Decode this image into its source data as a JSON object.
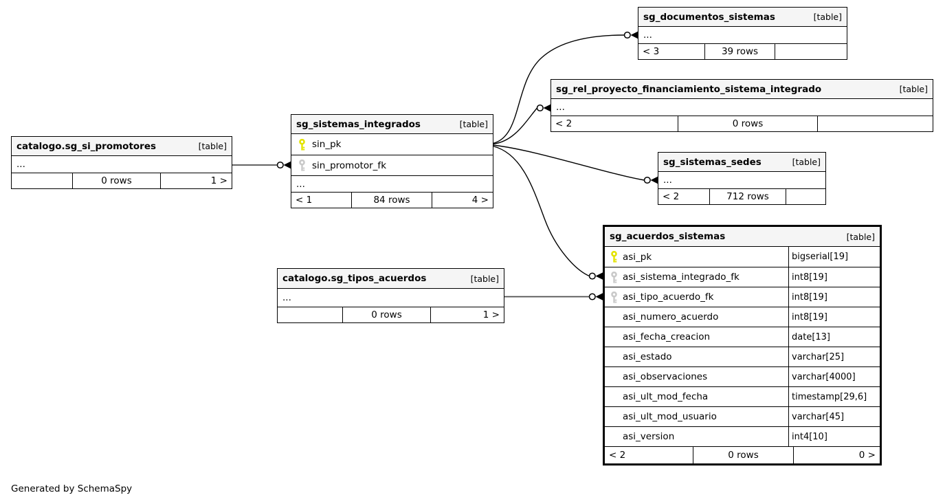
{
  "diagram": {
    "footer_note": "Generated by SchemaSpy"
  },
  "tables": {
    "promotores": {
      "name": "catalogo.sg_si_promotores",
      "tag": "[table]",
      "ellipsis": "...",
      "footer": {
        "left": "",
        "center": "0 rows",
        "right": "1 >"
      }
    },
    "integrados": {
      "name": "sg_sistemas_integrados",
      "tag": "[table]",
      "ellipsis": "...",
      "columns": [
        {
          "name": "sin_pk",
          "key": "primary"
        },
        {
          "name": "sin_promotor_fk",
          "key": "foreign"
        }
      ],
      "footer": {
        "left": "< 1",
        "center": "84 rows",
        "right": "4 >"
      }
    },
    "documentos": {
      "name": "sg_documentos_sistemas",
      "tag": "[table]",
      "ellipsis": "...",
      "footer": {
        "left": "< 3",
        "center": "39 rows",
        "right": ""
      }
    },
    "rel_proyecto": {
      "name": "sg_rel_proyecto_financiamiento_sistema_integrado",
      "tag": "[table]",
      "ellipsis": "...",
      "footer": {
        "left": "< 2",
        "center": "0 rows",
        "right": ""
      }
    },
    "sedes": {
      "name": "sg_sistemas_sedes",
      "tag": "[table]",
      "ellipsis": "...",
      "footer": {
        "left": "< 2",
        "center": "712 rows",
        "right": ""
      }
    },
    "tipos_acuerdos": {
      "name": "catalogo.sg_tipos_acuerdos",
      "tag": "[table]",
      "ellipsis": "...",
      "footer": {
        "left": "",
        "center": "0 rows",
        "right": "1 >"
      }
    },
    "acuerdos": {
      "name": "sg_acuerdos_sistemas",
      "tag": "[table]",
      "columns": [
        {
          "name": "asi_pk",
          "type": "bigserial[19]",
          "key": "primary"
        },
        {
          "name": "asi_sistema_integrado_fk",
          "type": "int8[19]",
          "key": "foreign"
        },
        {
          "name": "asi_tipo_acuerdo_fk",
          "type": "int8[19]",
          "key": "foreign"
        },
        {
          "name": "asi_numero_acuerdo",
          "type": "int8[19]",
          "key": "none"
        },
        {
          "name": "asi_fecha_creacion",
          "type": "date[13]",
          "key": "none"
        },
        {
          "name": "asi_estado",
          "type": "varchar[25]",
          "key": "none"
        },
        {
          "name": "asi_observaciones",
          "type": "varchar[4000]",
          "key": "none"
        },
        {
          "name": "asi_ult_mod_fecha",
          "type": "timestamp[29,6]",
          "key": "none"
        },
        {
          "name": "asi_ult_mod_usuario",
          "type": "varchar[45]",
          "key": "none"
        },
        {
          "name": "asi_version",
          "type": "int4[10]",
          "key": "none"
        }
      ],
      "footer": {
        "left": "< 2",
        "center": "0 rows",
        "right": "0 >"
      }
    }
  },
  "colors": {
    "pk_key": "#e3e300",
    "fk_key": "#c9c9c9",
    "header_bg": "#f5f5f5",
    "border": "#000000",
    "line": "#000000"
  }
}
